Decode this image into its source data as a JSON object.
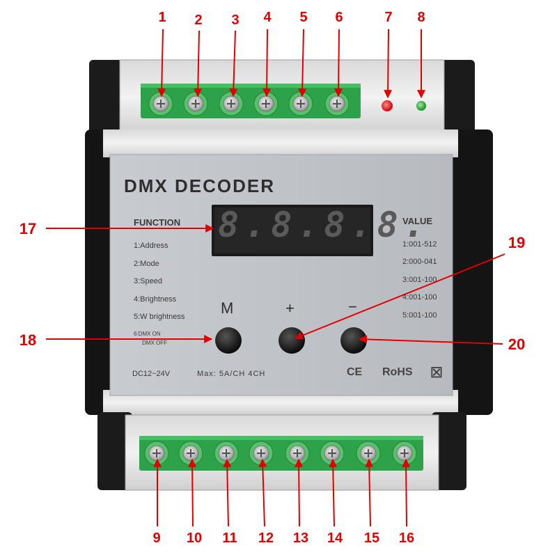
{
  "device": {
    "title": "DMX DECODER",
    "function_header": "FUNCTION",
    "value_header": "VALUE",
    "display": "8.8.8.8.",
    "functions": [
      "1:Address",
      "2:Mode",
      "3:Speed",
      "4:Brightness",
      "5:W brightness",
      "6:DMX ON",
      "DMX OFF"
    ],
    "values": [
      "1:001-512",
      "2:000-041",
      "3:001-100",
      "4:001-100",
      "5:001-100"
    ],
    "buttons": {
      "m": "M",
      "plus": "+",
      "minus": "−"
    },
    "spec_voltage": "DC12~24V",
    "spec_current": "Max: 5A/CH  4CH",
    "marks": {
      "ce": "CE",
      "rohs": "RoHS",
      "weee": "☒"
    },
    "led_colors": {
      "red": "#e8141a",
      "green": "#1fa82a"
    }
  },
  "callouts": {
    "top": [
      "1",
      "2",
      "3",
      "4",
      "5",
      "6",
      "7",
      "8"
    ],
    "bottom": [
      "9",
      "10",
      "11",
      "12",
      "13",
      "14",
      "15",
      "16"
    ],
    "display": "17",
    "m_button": "18",
    "plus_button": "19",
    "minus_button": "20",
    "color": "#e00000"
  }
}
